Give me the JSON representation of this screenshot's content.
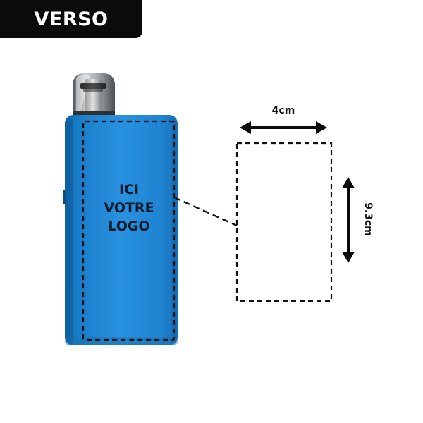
{
  "badge": {
    "label": "VERSO"
  },
  "logo_area": {
    "lines": [
      "ICI",
      "VOTRE",
      "LOGO"
    ]
  },
  "dimensions": {
    "width": "4cm",
    "height": "9.3cm"
  },
  "colors": {
    "device_blue": "#1e86d6",
    "badge_bg": "#0b0b0b",
    "line": "#111111"
  },
  "icons": {
    "device": "vape-pod-device",
    "width_arrow": "double-arrow-horizontal",
    "height_arrow": "double-arrow-vertical"
  }
}
